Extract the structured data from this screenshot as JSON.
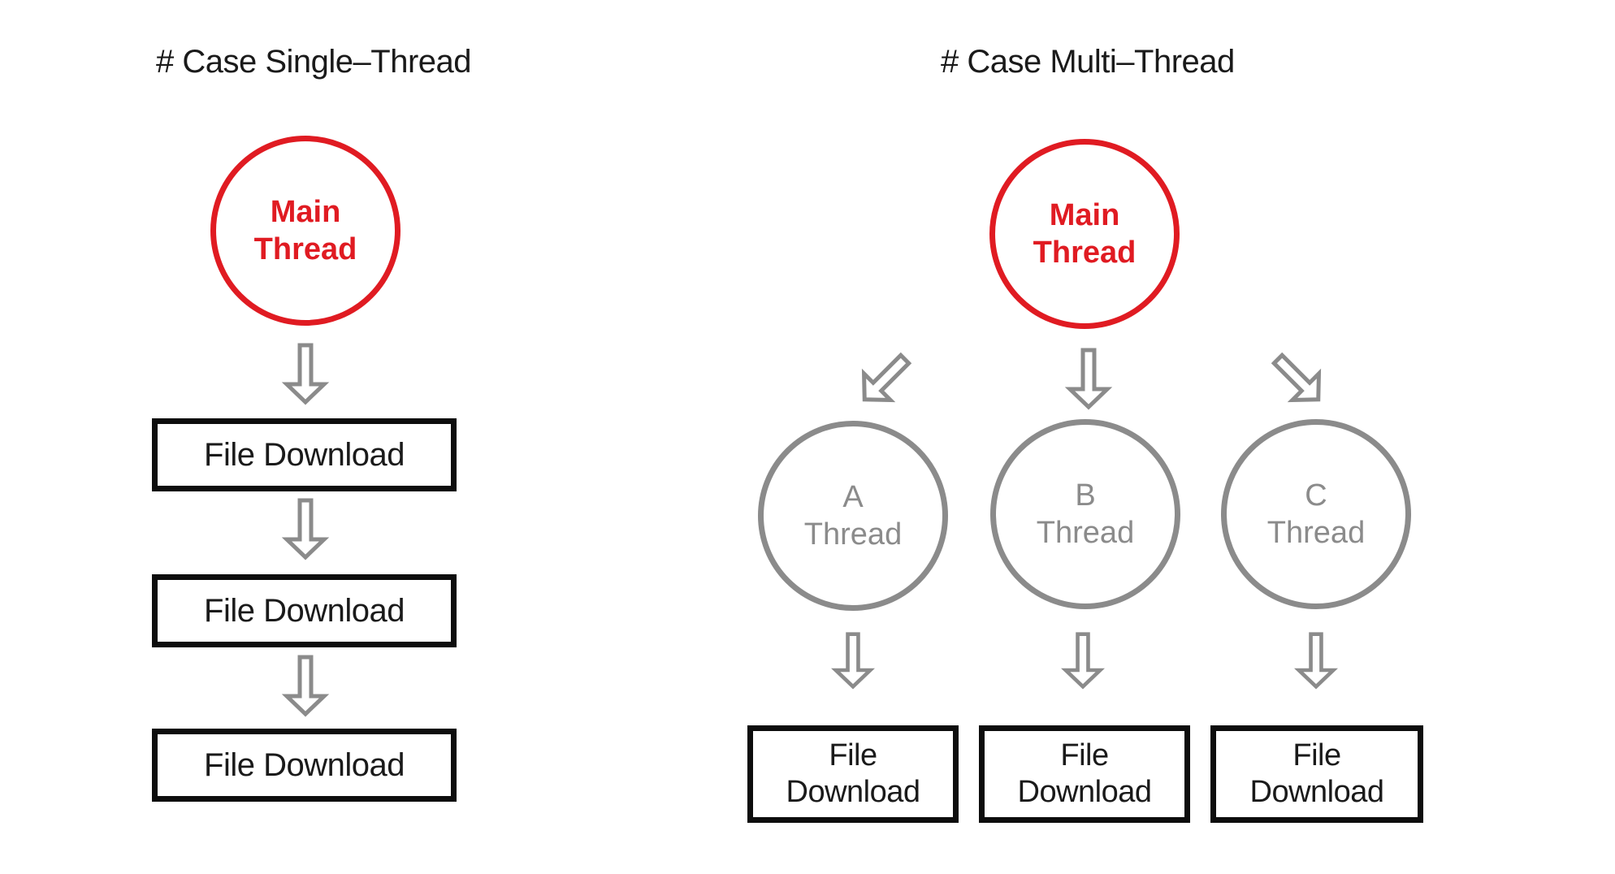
{
  "colors": {
    "red": "#e01b22",
    "gray": "#8b8b8b",
    "text": "#1a1a1a",
    "box_border": "#0d0d0d",
    "background": "#ffffff"
  },
  "left_panel": {
    "title": "# Case Single–Thread",
    "main_thread": {
      "line1": "Main",
      "line2": "Thread"
    },
    "boxes": [
      {
        "label": "File Download"
      },
      {
        "label": "File Download"
      },
      {
        "label": "File Download"
      }
    ]
  },
  "right_panel": {
    "title": "# Case Multi–Thread",
    "main_thread": {
      "line1": "Main",
      "line2": "Thread"
    },
    "threads": [
      {
        "line1": "A",
        "line2": "Thread"
      },
      {
        "line1": "B",
        "line2": "Thread"
      },
      {
        "line1": "C",
        "line2": "Thread"
      }
    ],
    "boxes": [
      {
        "line1": "File",
        "line2": "Download"
      },
      {
        "line1": "File",
        "line2": "Download"
      },
      {
        "line1": "File",
        "line2": "Download"
      }
    ]
  },
  "icons": {
    "down-arrow-icon": "hollow block arrow pointing down",
    "down-left-arrow-icon": "hollow block arrow pointing down-left",
    "down-right-arrow-icon": "hollow block arrow pointing down-right"
  }
}
